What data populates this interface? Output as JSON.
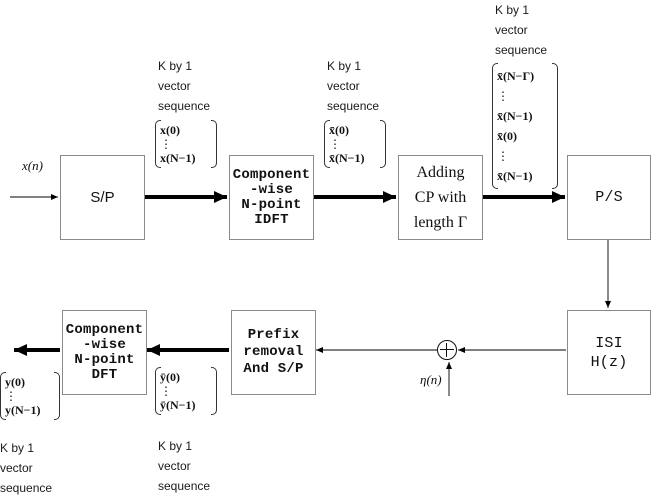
{
  "blocks": {
    "sp": {
      "lines": [
        "S/P"
      ]
    },
    "idft": {
      "lines": [
        "Component",
        "-wise",
        "N-point",
        "IDFT"
      ]
    },
    "add_cp": {
      "lines": [
        "Adding",
        "CP with",
        "length Γ"
      ]
    },
    "ps": {
      "lines": [
        "P/S"
      ]
    },
    "isi": {
      "lines": [
        "ISI",
        "H(z)"
      ]
    },
    "prefix_removal": {
      "lines": [
        "Prefix",
        "removal",
        "And S/P"
      ]
    },
    "dft": {
      "lines": [
        "Component",
        "-wise",
        "N-point",
        "DFT"
      ]
    }
  },
  "signals": {
    "input": "x(n)",
    "noise": "η(n)"
  },
  "sequence_label": [
    "K by 1",
    "vector",
    "sequence"
  ],
  "vectors": {
    "x_in": [
      "x(0)",
      "⋮",
      "x(N−1)"
    ],
    "x_bar": [
      "x̄(0)",
      "⋮",
      "x̄(N−1)"
    ],
    "x_bar_cp": [
      "x̄(N−Γ)",
      "⋮",
      "x̄(N−1)",
      "x̄(0)",
      "⋮",
      "x̄(N−1)"
    ],
    "y_bar": [
      "ȳ(0)",
      "⋮",
      "ȳ(N−1)"
    ],
    "y_out": [
      "y(0)",
      "⋮",
      "y(N−1)"
    ]
  },
  "colors": {
    "block_border": "#8a8a8a",
    "arrow": "#000000",
    "text": "#111111"
  },
  "icons": {
    "adder": "circle-plus-icon"
  }
}
